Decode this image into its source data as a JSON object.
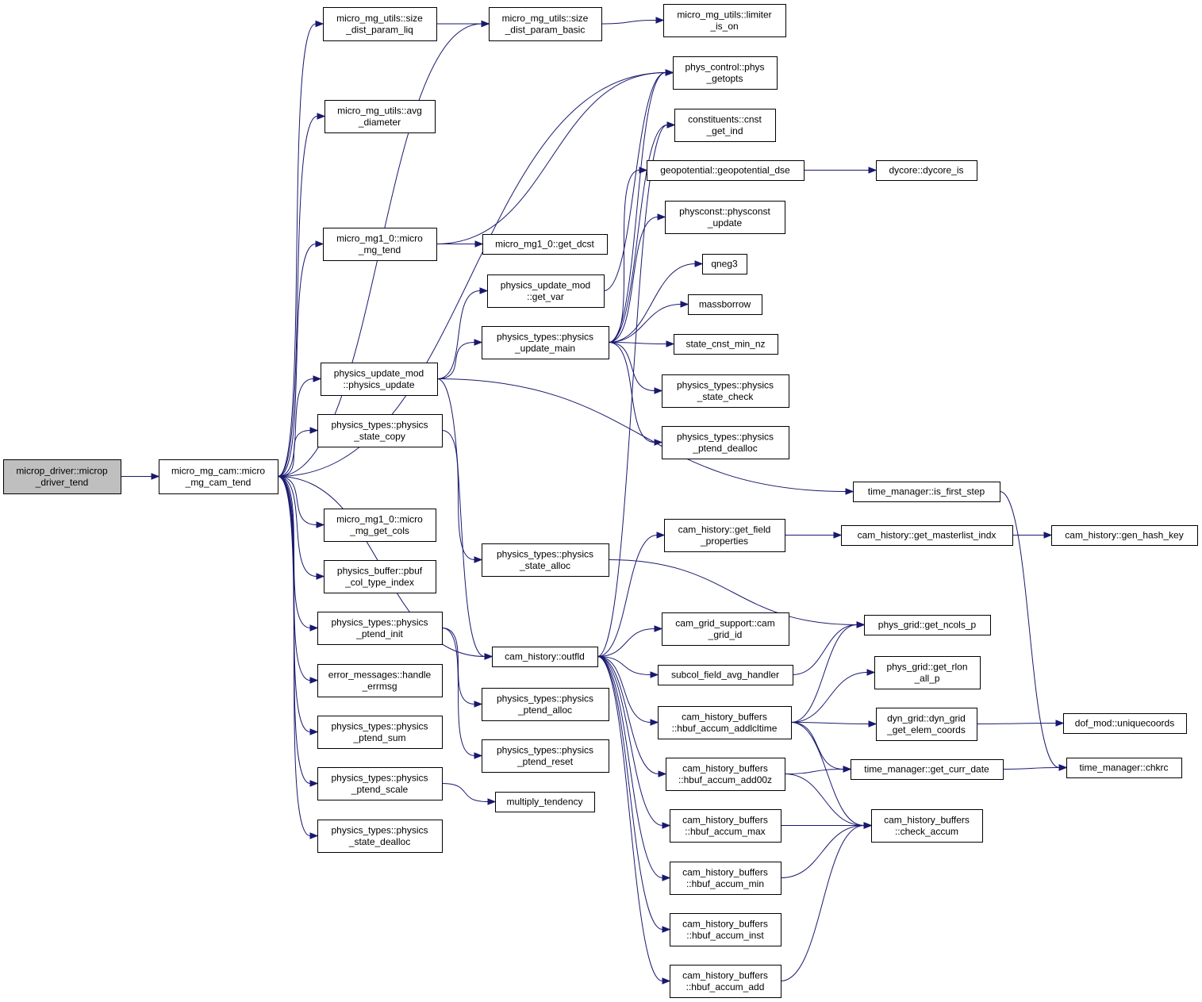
{
  "nodes": {
    "n0": [
      "microp_driver::microp",
      "_driver_tend"
    ],
    "n1": [
      "micro_mg_cam::micro",
      "_mg_cam_tend"
    ],
    "n2": [
      "micro_mg_utils::size",
      "_dist_param_liq"
    ],
    "n3": [
      "micro_mg_utils::size",
      "_dist_param_basic"
    ],
    "n4": [
      "micro_mg_utils::limiter",
      "_is_on"
    ],
    "n5": [
      "micro_mg_utils::avg",
      "_diameter"
    ],
    "n6": [
      "phys_control::phys",
      "_getopts"
    ],
    "n7": [
      "constituents::cnst",
      "_get_ind"
    ],
    "n8": [
      "geopotential::geopotential_dse"
    ],
    "n9": [
      "dycore::dycore_is"
    ],
    "n10": [
      "physconst::physconst",
      "_update"
    ],
    "n11": [
      "micro_mg1_0::micro",
      "_mg_tend"
    ],
    "n12": [
      "micro_mg1_0::get_dcst"
    ],
    "n13": [
      "qneg3"
    ],
    "n14": [
      "physics_update_mod",
      "::get_var"
    ],
    "n15": [
      "massborrow"
    ],
    "n16": [
      "physics_types::physics",
      "_update_main"
    ],
    "n17": [
      "state_cnst_min_nz"
    ],
    "n18": [
      "physics_update_mod",
      "::physics_update"
    ],
    "n19": [
      "physics_types::physics",
      "_state_check"
    ],
    "n20": [
      "physics_types::physics",
      "_state_copy"
    ],
    "n21": [
      "physics_types::physics",
      "_ptend_dealloc"
    ],
    "n22": [
      "time_manager::is_first_step"
    ],
    "n23": [
      "micro_mg1_0::micro",
      "_mg_get_cols"
    ],
    "n24": [
      "cam_history::get_field",
      "_properties"
    ],
    "n25": [
      "cam_history::get_masterlist_indx"
    ],
    "n26": [
      "cam_history::gen_hash_key"
    ],
    "n27": [
      "physics_types::physics",
      "_state_alloc"
    ],
    "n28": [
      "physics_buffer::pbuf",
      "_col_type_index"
    ],
    "n29": [
      "cam_grid_support::cam",
      "_grid_id"
    ],
    "n30": [
      "phys_grid::get_ncols_p"
    ],
    "n31": [
      "physics_types::physics",
      "_ptend_init"
    ],
    "n32": [
      "cam_history::outfld"
    ],
    "n33": [
      "subcol_field_avg_handler"
    ],
    "n34": [
      "phys_grid::get_rlon",
      "_all_p"
    ],
    "n35": [
      "error_messages::handle",
      "_errmsg"
    ],
    "n36": [
      "physics_types::physics",
      "_ptend_alloc"
    ],
    "n37": [
      "cam_history_buffers",
      "::hbuf_accum_addlcltime"
    ],
    "n38": [
      "dyn_grid::dyn_grid",
      "_get_elem_coords"
    ],
    "n39": [
      "dof_mod::uniquecoords"
    ],
    "n40": [
      "physics_types::physics",
      "_ptend_sum"
    ],
    "n41": [
      "physics_types::physics",
      "_ptend_reset"
    ],
    "n42": [
      "cam_history_buffers",
      "::hbuf_accum_add00z"
    ],
    "n43": [
      "time_manager::get_curr_date"
    ],
    "n44": [
      "time_manager::chkrc"
    ],
    "n45": [
      "physics_types::physics",
      "_ptend_scale"
    ],
    "n46": [
      "multiply_tendency"
    ],
    "n47": [
      "cam_history_buffers",
      "::hbuf_accum_max"
    ],
    "n48": [
      "cam_history_buffers",
      "::check_accum"
    ],
    "n49": [
      "physics_types::physics",
      "_state_dealloc"
    ],
    "n50": [
      "cam_history_buffers",
      "::hbuf_accum_min"
    ],
    "n51": [
      "cam_history_buffers",
      "::hbuf_accum_inst"
    ],
    "n52": [
      "cam_history_buffers",
      "::hbuf_accum_add"
    ]
  },
  "root_node": "n0",
  "colors": {
    "edge": "#191970",
    "root_fill": "#bfbfbf",
    "node_fill": "#ffffff",
    "node_stroke": "#000000"
  },
  "edges": [
    [
      "n0",
      "n1"
    ],
    [
      "n1",
      "n2"
    ],
    [
      "n1",
      "n3"
    ],
    [
      "n2",
      "n3"
    ],
    [
      "n3",
      "n4"
    ],
    [
      "n1",
      "n5"
    ],
    [
      "n1",
      "n6"
    ],
    [
      "n1",
      "n11"
    ],
    [
      "n11",
      "n6"
    ],
    [
      "n11",
      "n12"
    ],
    [
      "n1",
      "n18"
    ],
    [
      "n18",
      "n14"
    ],
    [
      "n14",
      "n6"
    ],
    [
      "n18",
      "n16"
    ],
    [
      "n16",
      "n6"
    ],
    [
      "n16",
      "n7"
    ],
    [
      "n16",
      "n8"
    ],
    [
      "n8",
      "n9"
    ],
    [
      "n16",
      "n10"
    ],
    [
      "n16",
      "n13"
    ],
    [
      "n16",
      "n15"
    ],
    [
      "n16",
      "n17"
    ],
    [
      "n16",
      "n19"
    ],
    [
      "n16",
      "n21"
    ],
    [
      "n18",
      "n22"
    ],
    [
      "n18",
      "n32"
    ],
    [
      "n1",
      "n20"
    ],
    [
      "n20",
      "n27"
    ],
    [
      "n27",
      "n30"
    ],
    [
      "n1",
      "n23"
    ],
    [
      "n1",
      "n28"
    ],
    [
      "n1",
      "n31"
    ],
    [
      "n31",
      "n36"
    ],
    [
      "n31",
      "n41"
    ],
    [
      "n1",
      "n35"
    ],
    [
      "n1",
      "n40"
    ],
    [
      "n1",
      "n45"
    ],
    [
      "n45",
      "n46"
    ],
    [
      "n1",
      "n49"
    ],
    [
      "n1",
      "n32"
    ],
    [
      "n32",
      "n24"
    ],
    [
      "n24",
      "n25"
    ],
    [
      "n25",
      "n26"
    ],
    [
      "n32",
      "n29"
    ],
    [
      "n32",
      "n33"
    ],
    [
      "n33",
      "n30"
    ],
    [
      "n32",
      "n37"
    ],
    [
      "n32",
      "n42"
    ],
    [
      "n32",
      "n47"
    ],
    [
      "n32",
      "n50"
    ],
    [
      "n32",
      "n51"
    ],
    [
      "n32",
      "n52"
    ],
    [
      "n32",
      "n7"
    ],
    [
      "n37",
      "n30"
    ],
    [
      "n37",
      "n34"
    ],
    [
      "n37",
      "n38"
    ],
    [
      "n38",
      "n39"
    ],
    [
      "n37",
      "n43"
    ],
    [
      "n37",
      "n48"
    ],
    [
      "n42",
      "n43"
    ],
    [
      "n42",
      "n48"
    ],
    [
      "n43",
      "n44"
    ],
    [
      "n22",
      "n44"
    ],
    [
      "n47",
      "n48"
    ],
    [
      "n50",
      "n48"
    ],
    [
      "n52",
      "n48"
    ]
  ]
}
